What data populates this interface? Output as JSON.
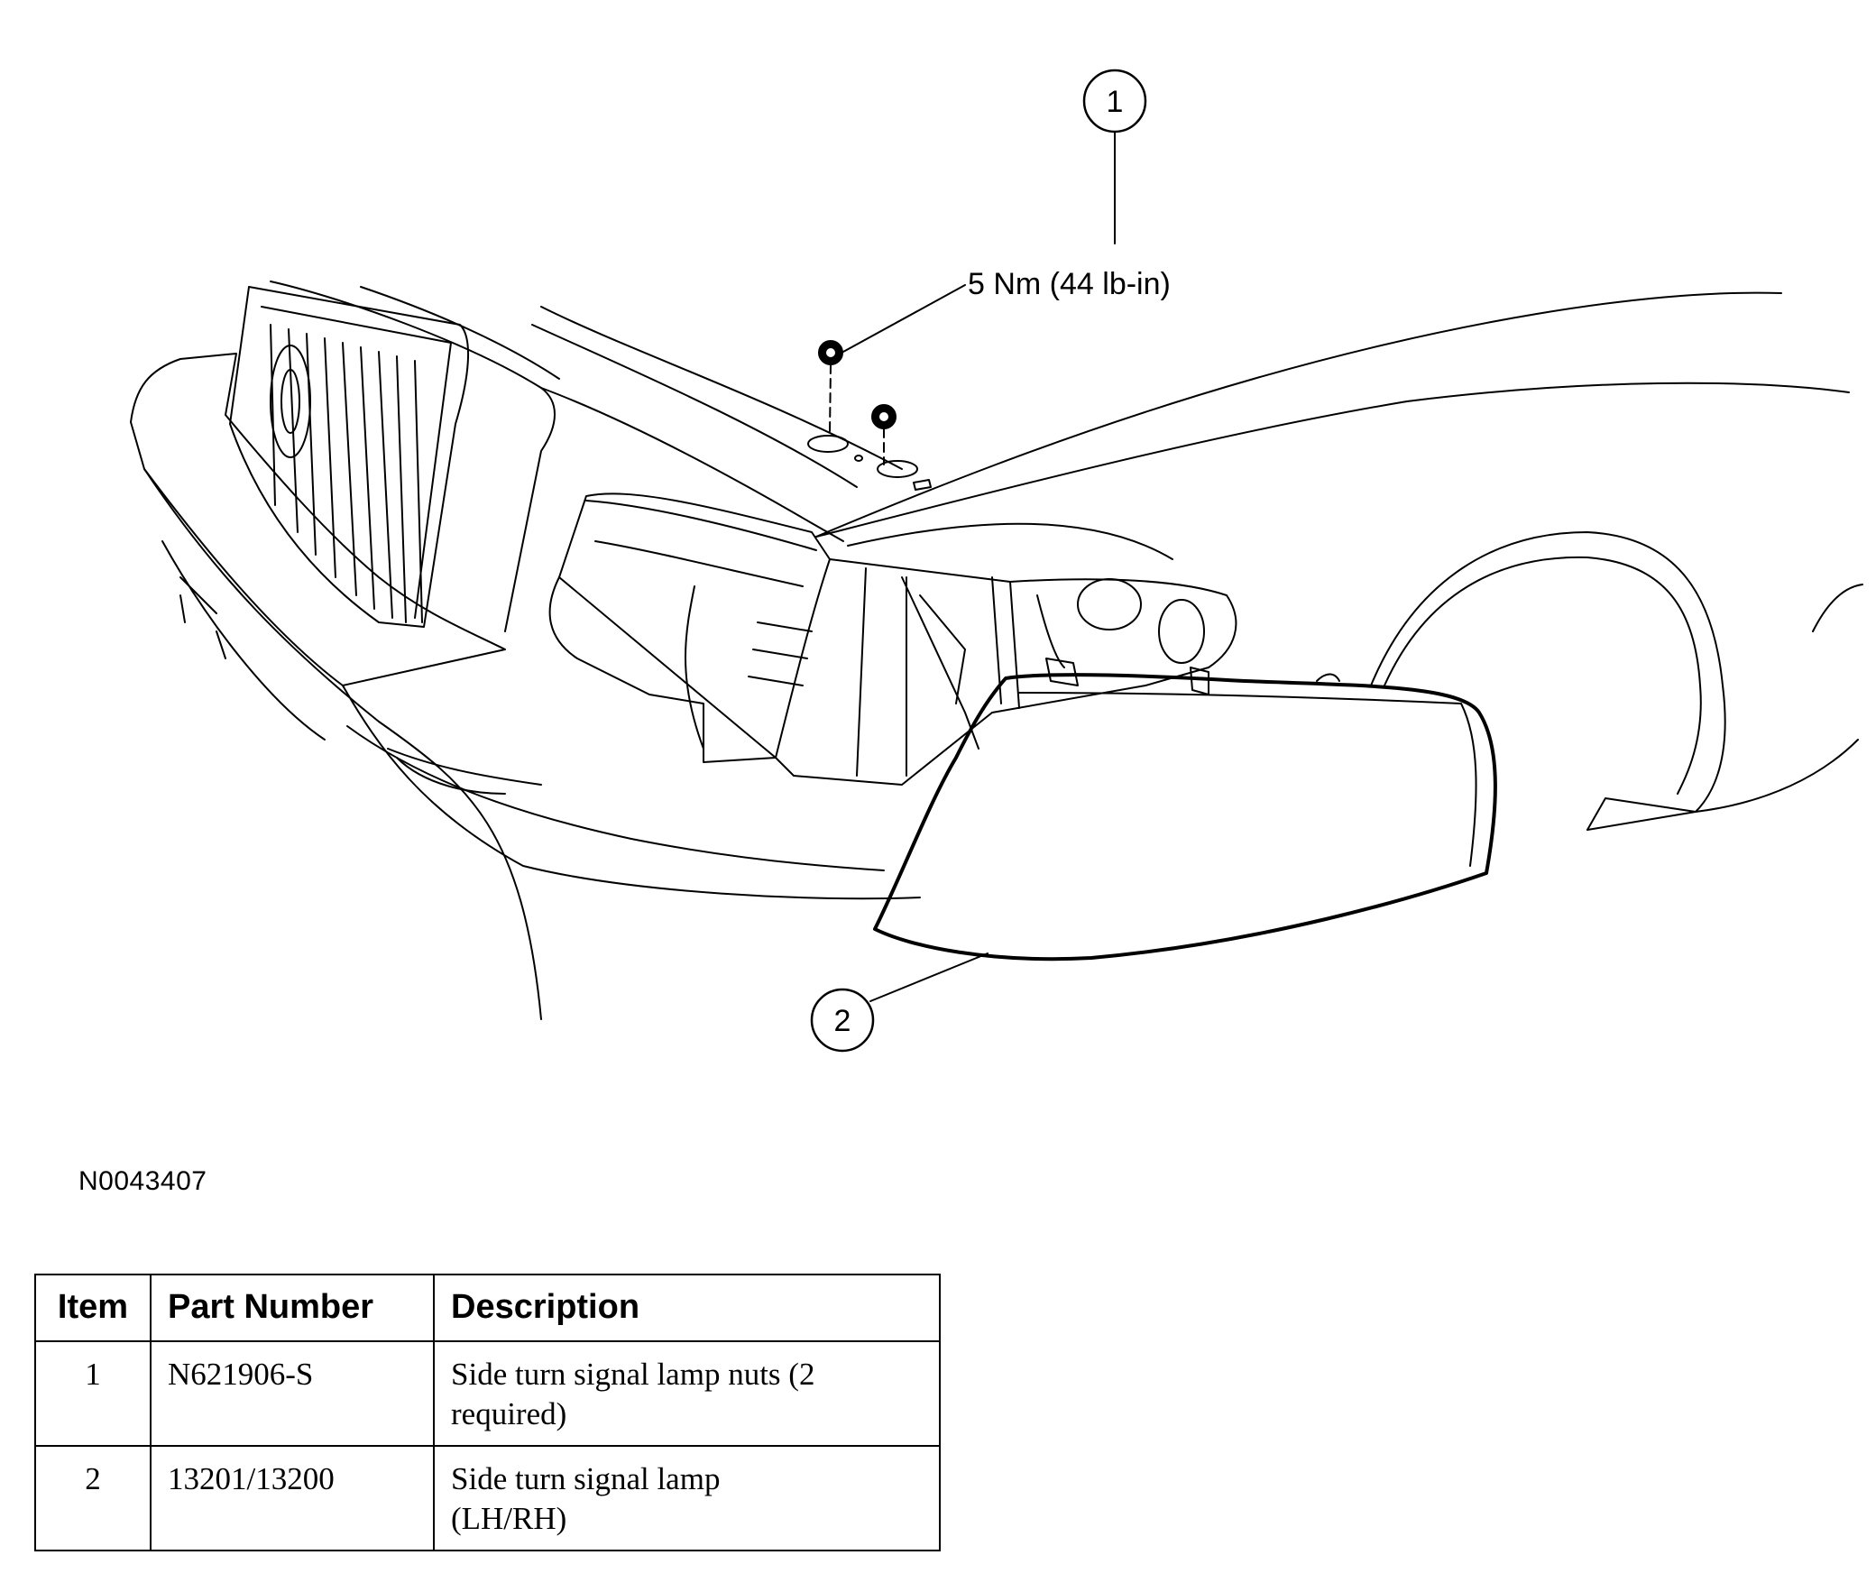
{
  "callouts": [
    {
      "number": "1",
      "torque": "5 Nm (44 lb-in)"
    },
    {
      "number": "2"
    }
  ],
  "figure_id": "N0043407",
  "table": {
    "headers": [
      "Item",
      "Part Number",
      "Description"
    ],
    "rows": [
      {
        "item": "1",
        "part_number": "N621906-S",
        "description_lines": [
          "Side turn signal lamp nuts (2",
          "required)"
        ]
      },
      {
        "item": "2",
        "part_number": "13201/13200",
        "description_lines": [
          "Side turn signal lamp",
          "(LH/RH)"
        ]
      }
    ]
  },
  "colors": {
    "line": "#000000",
    "background": "#ffffff"
  }
}
